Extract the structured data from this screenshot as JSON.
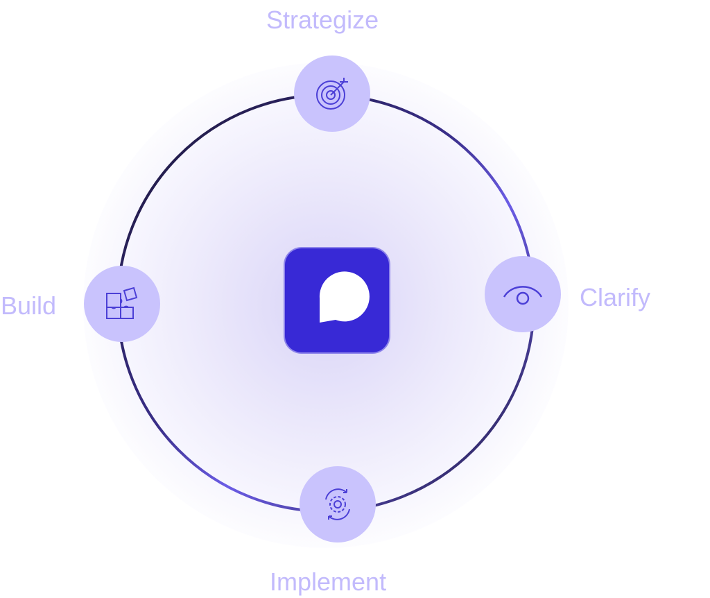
{
  "steps": [
    {
      "label": "Strategize",
      "icon": "target-icon"
    },
    {
      "label": "Clarify",
      "icon": "eye-icon"
    },
    {
      "label": "Implement",
      "icon": "gear-cycle-icon"
    },
    {
      "label": "Build",
      "icon": "puzzle-icon"
    }
  ],
  "colors": {
    "brand": "#3829d6",
    "node": "#c9c3fd",
    "label": "#c2bafc",
    "icon": "#4b3fd6"
  }
}
